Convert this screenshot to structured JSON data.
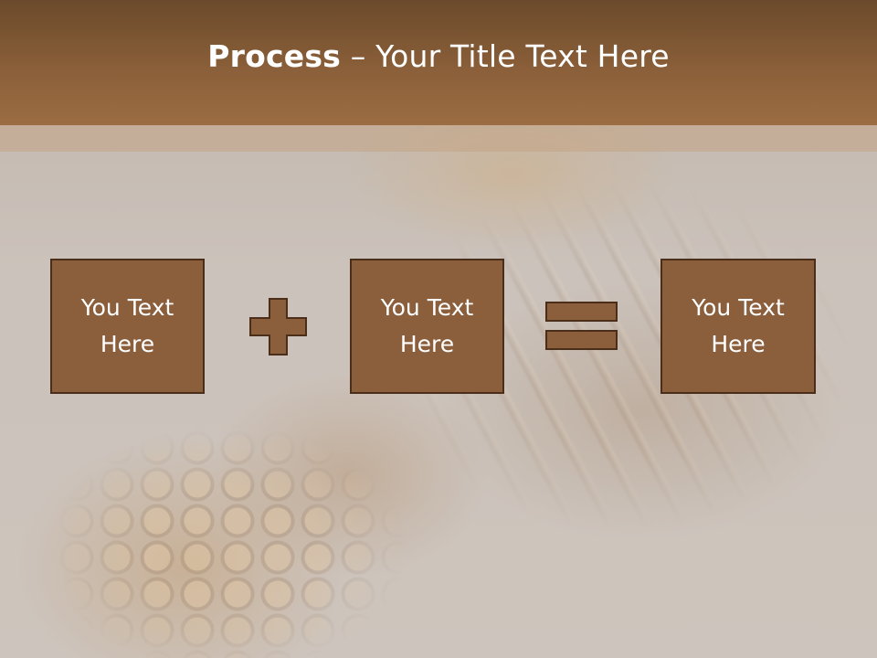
{
  "slide": {
    "title_bold": "Process",
    "title_rest": " – Your Title Text Here"
  },
  "boxes": [
    {
      "text": "You Text Here"
    },
    {
      "text": "You Text Here"
    },
    {
      "text": "You Text Here"
    }
  ],
  "operators": {
    "first": "plus-icon",
    "second": "equals-icon"
  },
  "colors": {
    "header": "#8a5f39",
    "box_fill": "#8b5e3c",
    "box_border": "#4a2e1a",
    "text": "#ffffff"
  }
}
